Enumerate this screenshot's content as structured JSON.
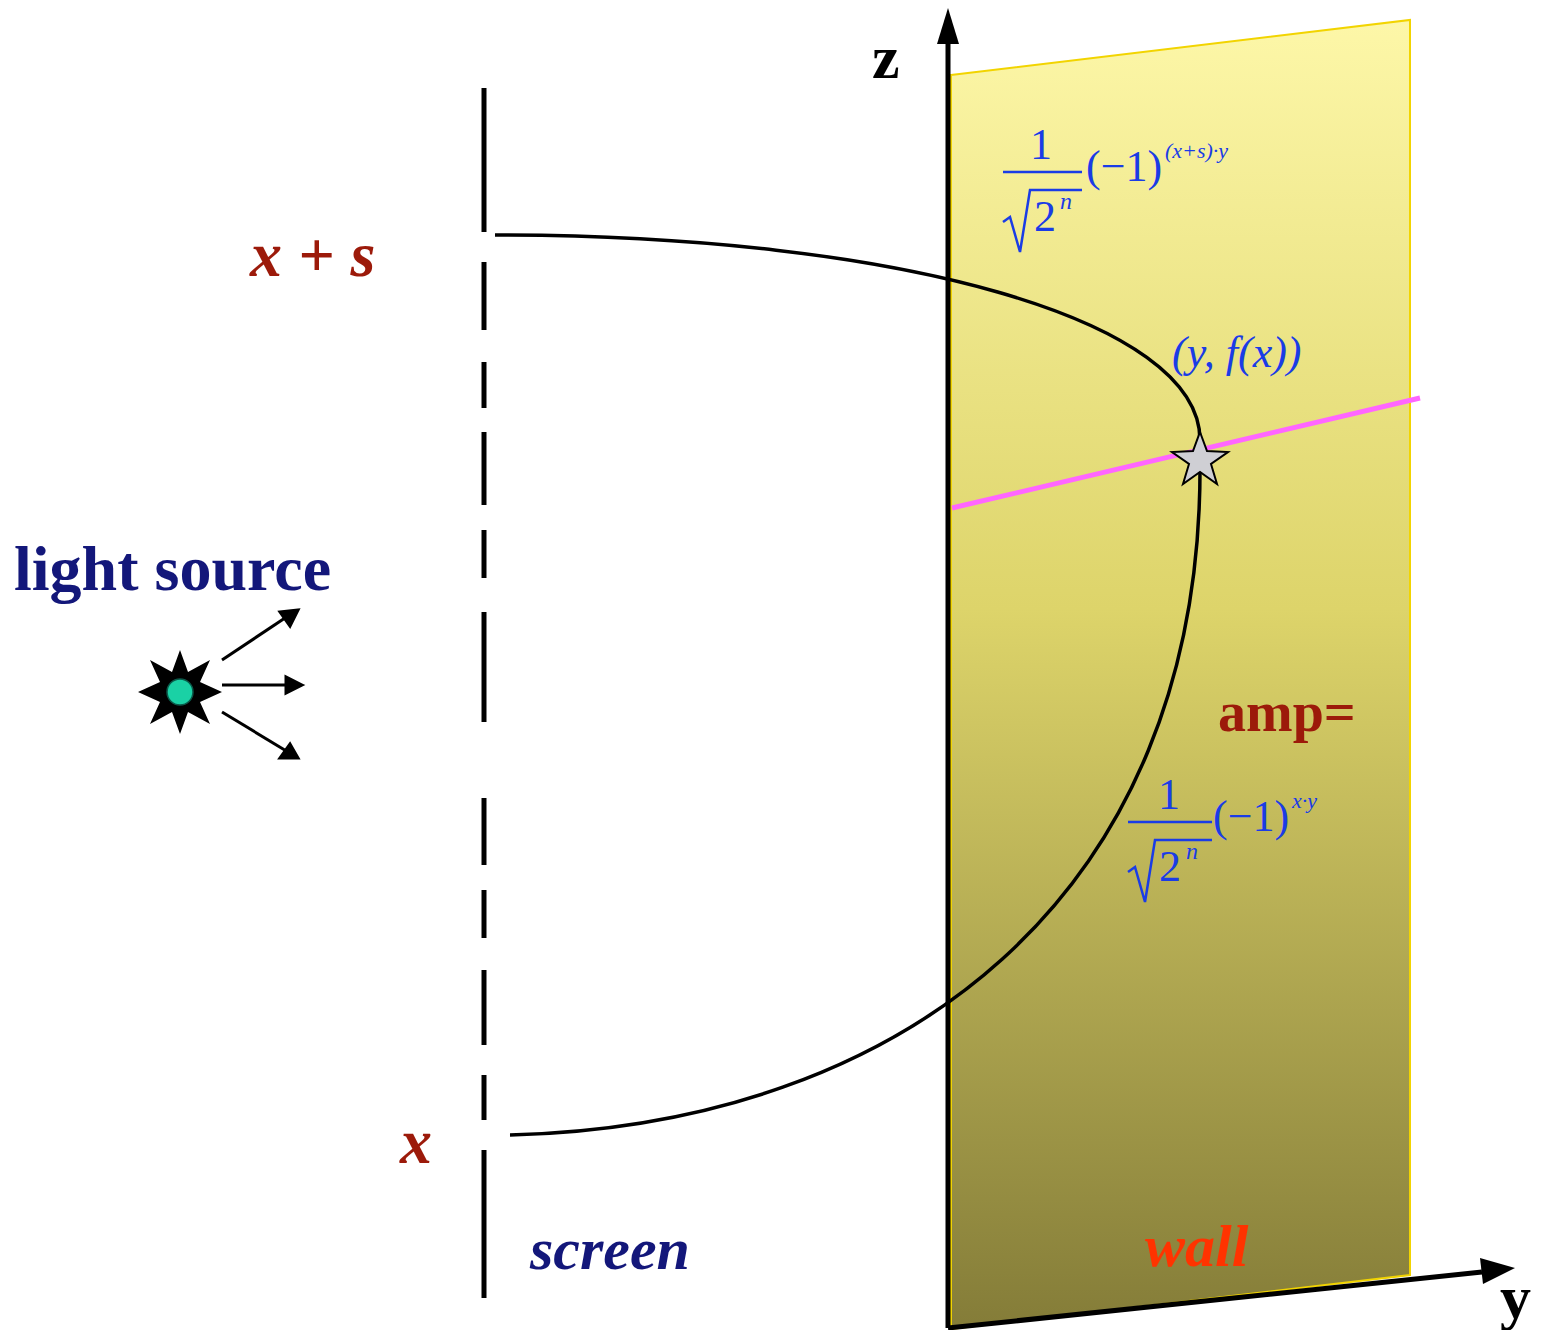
{
  "diagram": {
    "nodes": [
      {
        "text": [
          "1",
          "2",
          "n",
          "(−1)",
          "(x+s)·y",
          "(y, f(x))",
          "amp=",
          "1",
          "2",
          "n",
          "(−1)",
          "x·y",
          "wall"
        ]
      }
    ],
    "labels": [
      "z",
      "x + s",
      "light source",
      "x",
      "screen",
      "y"
    ]
  }
}
